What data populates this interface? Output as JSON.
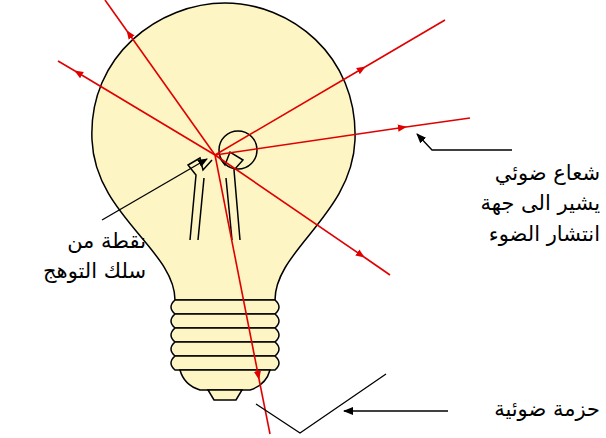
{
  "diagram": {
    "labels": [
      "شعاع ضوئي يشير الى جهة انتشار الضوء",
      "نقطة من سلك التوهج",
      "حزمة ضوئية"
    ]
  }
}
